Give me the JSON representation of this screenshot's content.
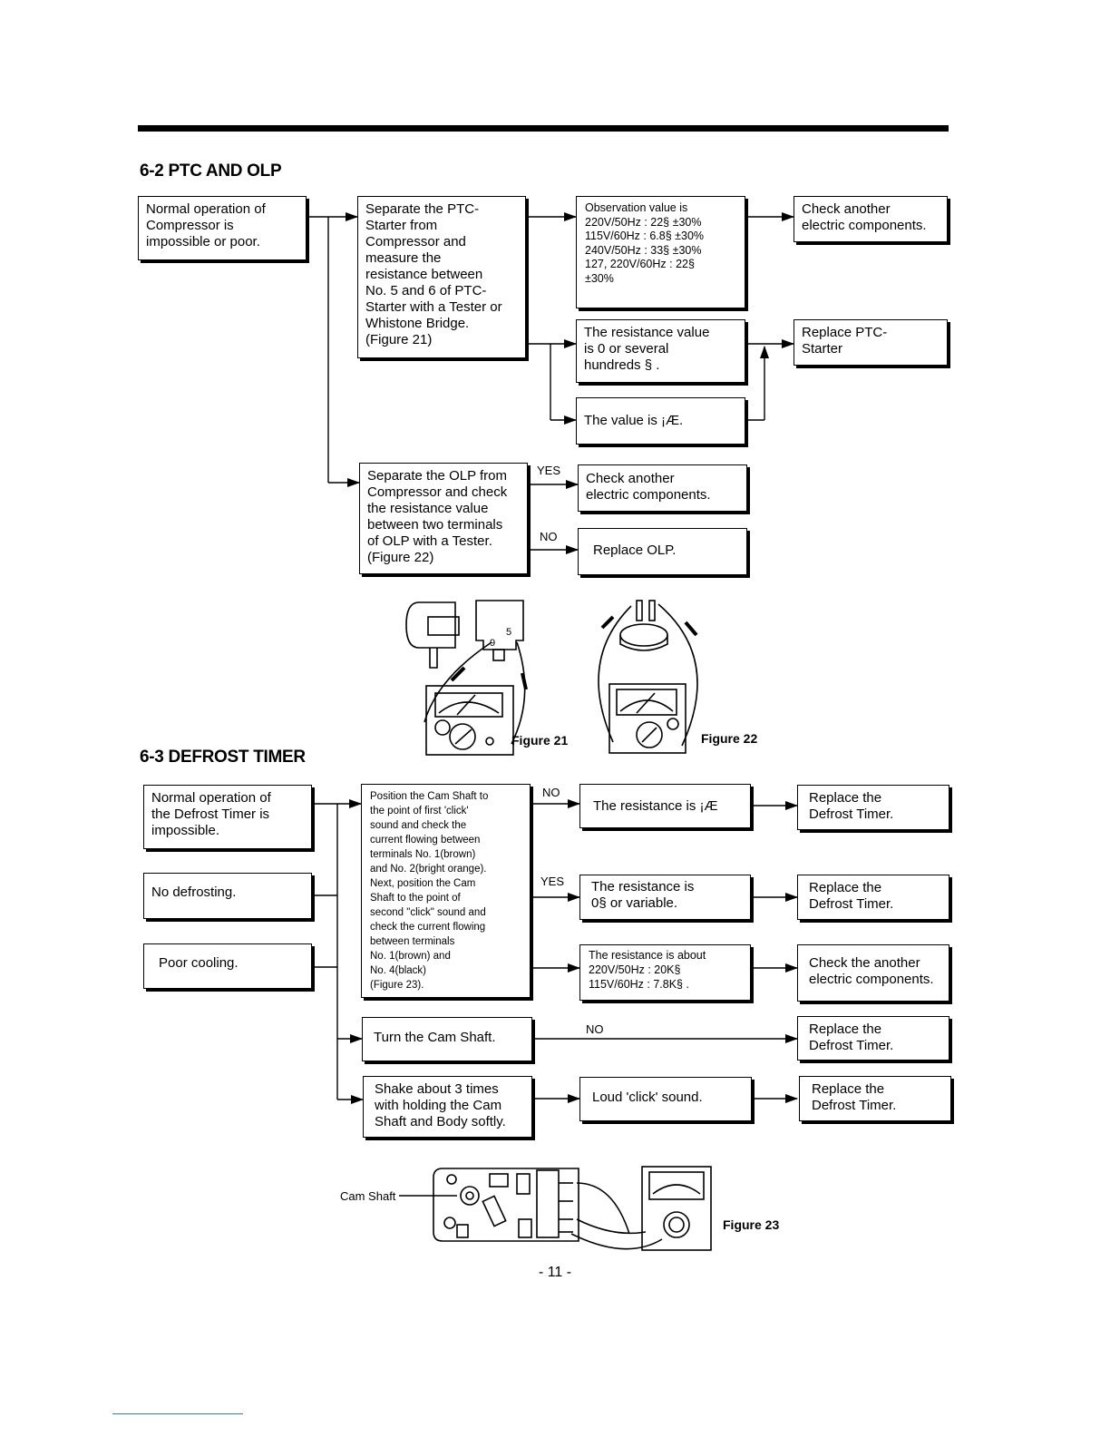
{
  "sections": {
    "ptc": {
      "heading": "6-2 PTC AND OLP"
    },
    "timer": {
      "heading": "6-3 DEFROST TIMER"
    }
  },
  "ptc_flow": {
    "start": "Normal operation of\nCompressor is\nimpossible or poor.",
    "separate_ptc": "Separate the PTC-\nStarter from\nCompressor and\nmeasure the\nresistance between\nNo. 5 and 6 of PTC-\nStarter with a Tester or\nWhistone Bridge.\n(Figure 21)",
    "observation": "Observation value is\n220V/50Hz : 22§ ±30%\n115V/60Hz : 6.8§ ±30%\n240V/50Hz : 33§ ±30%\n127, 220V/60Hz : 22§\n±30%",
    "resistance_zero": "The resistance value\nis 0 or several\nhundreds § .",
    "value_inf": "The value is ¡Æ.",
    "check_another": "Check another\nelectric components.",
    "replace_ptc": "Replace PTC-\nStarter",
    "separate_olp": "Separate the OLP from\nCompressor and check\nthe resistance value\nbetween two terminals\nof OLP with a Tester.\n(Figure 22)",
    "olp_yes": "YES",
    "olp_no": "NO",
    "olp_check_another": "Check another\nelectric components.",
    "replace_olp": "Replace OLP."
  },
  "figures": {
    "fig21": "Figure  21",
    "fig22": "Figure  22",
    "fig23": "Figure  23",
    "cam_shaft": "Cam Shaft",
    "olp_term_a": "9",
    "olp_term_b": "5"
  },
  "timer_flow": {
    "start": "Normal operation of\nthe Defrost Timer is\nimpossible.",
    "no_defrost": "No defrosting.",
    "poor_cooling": "Poor cooling.",
    "position_cam": "Position the Cam Shaft to\nthe point of first 'click'\nsound and check the\ncurrent flowing between\nterminals  No. 1(brown)\nand No. 2(bright orange).\nNext, position the Cam\nShaft to the point of\nsecond \"click\" sound and\ncheck the current flowing\nbetween terminals\nNo. 1(brown) and\nNo. 4(black)\n(Figure 23).",
    "label_no": "NO",
    "label_yes": "YES",
    "res_inf": "The resistance is ¡Æ",
    "res_zero": "The resistance is\n0§  or variable.",
    "res_about": "The resistance is about\n220V/50Hz : 20K§\n115V/60Hz : 7.8K§  .",
    "replace_1": "Replace the\nDefrost Timer.",
    "replace_2": "Replace the\nDefrost Timer.",
    "check_another": "Check the another\nelectric components.",
    "turn_cam": "Turn the Cam Shaft.",
    "turn_no": "NO",
    "replace_3": "Replace the\nDefrost Timer.",
    "shake": "Shake about 3 times\nwith holding the Cam\nShaft and Body softly.",
    "loud_click": "Loud 'click' sound.",
    "replace_4": "Replace the\nDefrost Timer."
  },
  "page_number": "- 11 -"
}
